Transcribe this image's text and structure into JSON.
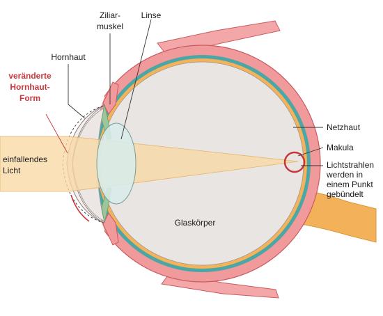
{
  "labels": {
    "ziliarmuskel_1": "Ziliar-",
    "ziliarmuskel_2": "muskel",
    "linse": "Linse",
    "hornhaut": "Hornhaut",
    "veraenderte_1": "veränderte",
    "veraenderte_2": "Hornhaut-",
    "veraenderte_3": "Form",
    "einfallendes_1": "einfallendes",
    "einfallendes_2": "Licht",
    "netzhaut": "Netzhaut",
    "makula": "Makula",
    "lichtstrahlen_1": "Lichtstrahlen",
    "lichtstrahlen_2": "werden in",
    "lichtstrahlen_3": "einem Punkt",
    "lichtstrahlen_4": "gebündelt",
    "glaskoerper": "Glaskörper"
  },
  "colors": {
    "sclera": "#f09a9b",
    "sclera_edge": "#c95a60",
    "choroid": "#4aa7a6",
    "retina": "#f4b25b",
    "vitreous": "#e9e5e2",
    "lens": "#d7ece9",
    "light_beam": "#f8d9a4",
    "marker": "#c8363b"
  }
}
